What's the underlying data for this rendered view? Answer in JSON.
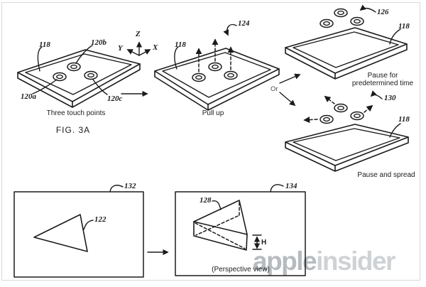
{
  "colors": {
    "ink": "#1b1b1b",
    "frame_border": "#d9d9d9",
    "watermark_apple": "#b6bbbf",
    "watermark_insider": "#cfd2d4"
  },
  "fig": {
    "label": "FIG. 3A",
    "or_label": "Or",
    "axis": {
      "x": "X",
      "y": "Y",
      "z": "Z"
    },
    "panels": {
      "touch": {
        "caption": "Three touch points",
        "ref_device": "118",
        "ref_a": "120a",
        "ref_b": "120b",
        "ref_c": "120c"
      },
      "pull": {
        "caption": "Pull up",
        "ref_device": "118",
        "ref_gesture": "124"
      },
      "pause": {
        "caption_line1": "Pause for",
        "caption_line2": "predetermined time",
        "ref_device": "118",
        "ref_gesture": "126"
      },
      "spread": {
        "caption": "Pause and spread",
        "ref_device": "118",
        "ref_gesture": "130"
      }
    },
    "insets": {
      "flat": {
        "ref_box": "132",
        "ref_shape": "122"
      },
      "persp": {
        "ref_box": "134",
        "ref_shape": "128",
        "dim_label": "H",
        "caption": "(Perspective view)"
      }
    }
  },
  "watermark": {
    "first": "apple",
    "second": "insider"
  }
}
